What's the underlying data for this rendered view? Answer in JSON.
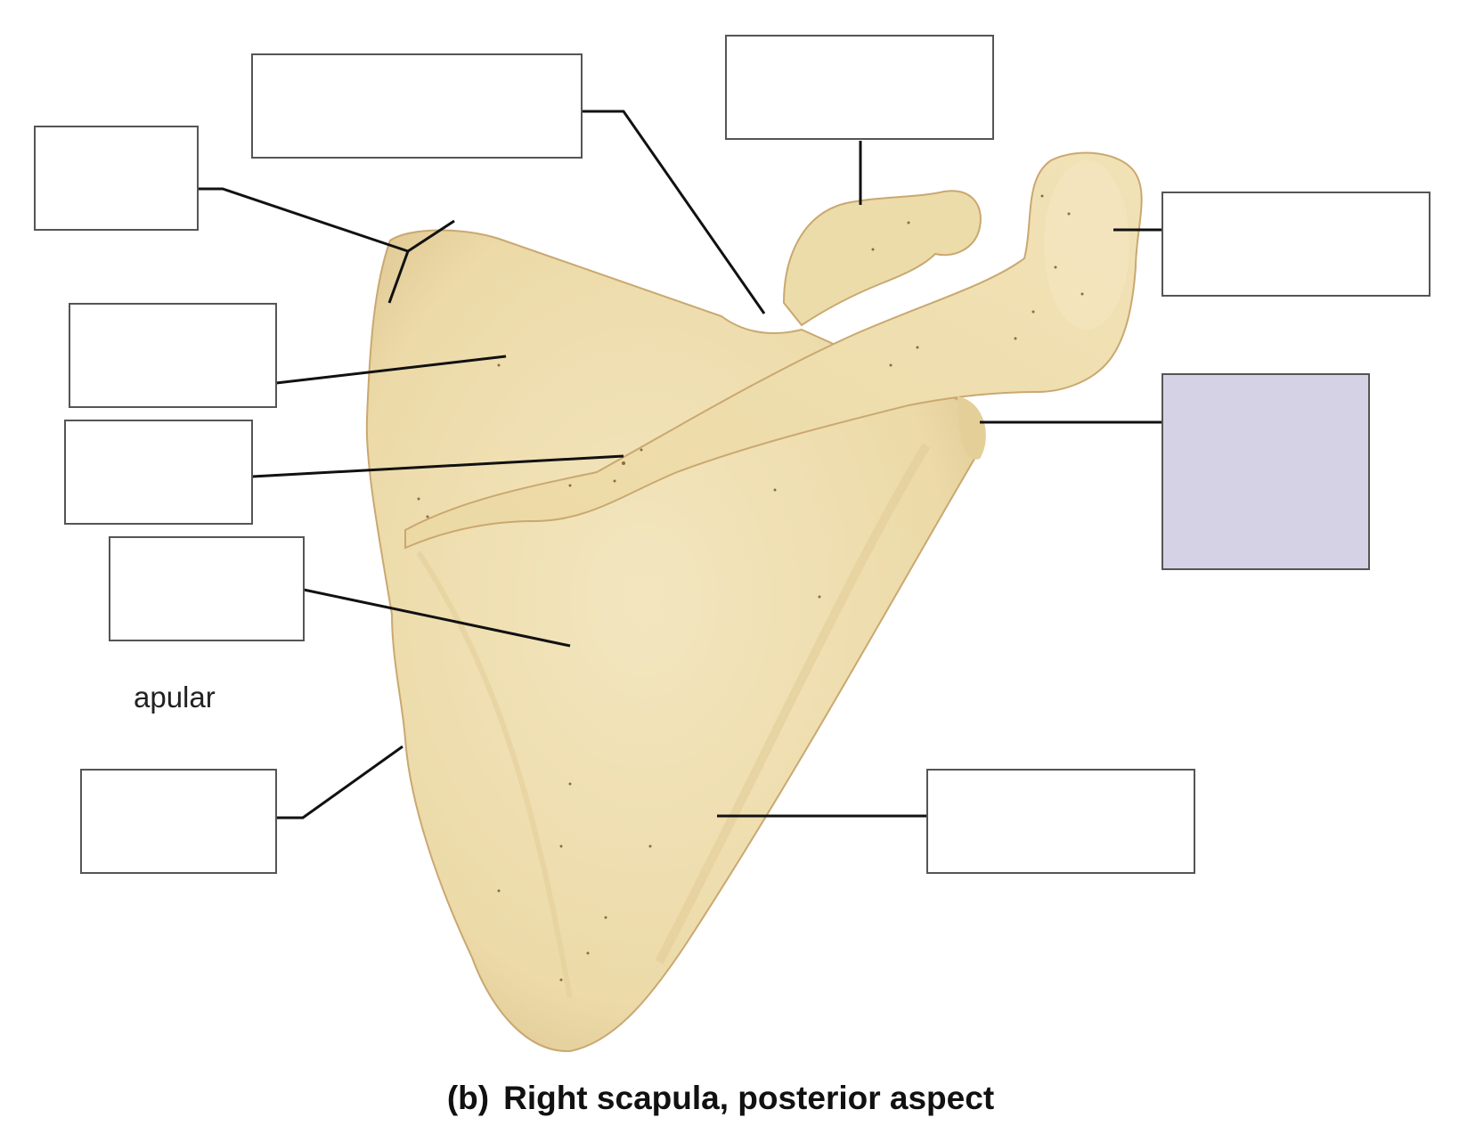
{
  "figure": {
    "caption_part": "(b)",
    "caption_text": "Right scapula, posterior aspect",
    "partial_label": "apular",
    "empty_label_fill": "#ffffff",
    "highlight_label_fill": "#d6d2e6",
    "bone_color": "#efdfb2",
    "leader_color": "#111111"
  }
}
